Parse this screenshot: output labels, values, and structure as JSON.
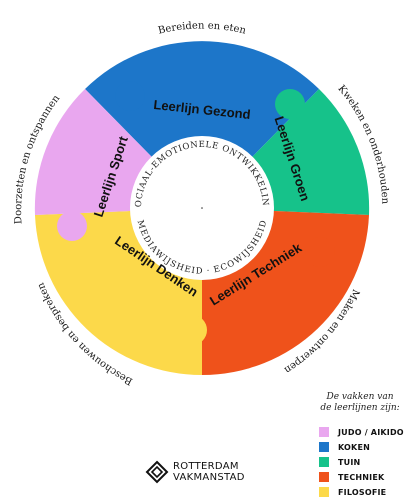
{
  "center": {
    "text_top": "SOCIAAL-EMOTIONELE ONTWIKKELING",
    "text_bottom": "MEDIAWIJSHEID · ECOWIJSHEID"
  },
  "segments": [
    {
      "key": "gezond",
      "title": "Leerlijn Gezond",
      "subject": "Bereiden en eten",
      "color": "#1d76c9"
    },
    {
      "key": "groen",
      "title": "Leerlijn Groen",
      "subject": "Kweken en onderhouden",
      "color": "#16c28a"
    },
    {
      "key": "techniek",
      "title": "Leerlijn Techniek",
      "subject": "Maken en ontwerpen",
      "color": "#ef521b"
    },
    {
      "key": "denken",
      "title": "Leerlijn Denken",
      "subject": "Beschouwen en bespreken",
      "color": "#fcd94a"
    },
    {
      "key": "sport",
      "title": "Leerlijn Sport",
      "subject": "Doorzetten en ontspannen",
      "color": "#e9a7ef"
    }
  ],
  "legend": {
    "note": "De vakken van\nde leerlijnen zijn:",
    "items": [
      {
        "label": "JUDO / AIKIDO",
        "color": "#e9a7ef"
      },
      {
        "label": "KOKEN",
        "color": "#1d76c9"
      },
      {
        "label": "TUIN",
        "color": "#16c28a"
      },
      {
        "label": "TECHNIEK",
        "color": "#ef521b"
      },
      {
        "label": "FILOSOFIE",
        "color": "#fcd94a"
      }
    ]
  },
  "logo": {
    "line1": "ROTTERDAM",
    "line2": "VAKMANSTAD"
  }
}
